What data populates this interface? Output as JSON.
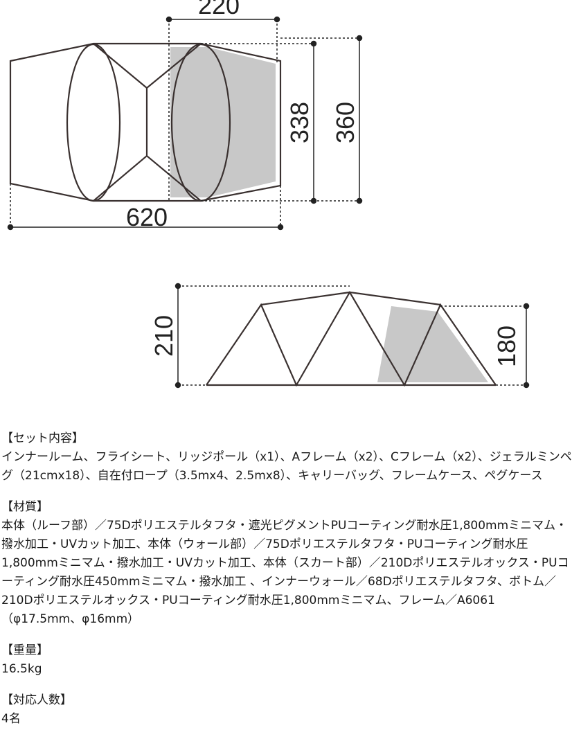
{
  "floor_plan": {
    "dimensions": {
      "width_top": "220",
      "inner_depth": "338",
      "outer_depth": "360",
      "length": "620"
    }
  },
  "side_view": {
    "dimensions": {
      "height_max": "210",
      "height_front": "180"
    }
  },
  "colors": {
    "line": "#3a3130",
    "shade": "#c8c8c8"
  },
  "specs": [
    {
      "heading": "【セット内容】",
      "body": "インナールーム、フライシート、リッジポール（x1）、Aフレーム（x2）、Cフレーム（x2）、ジェラルミンペグ（21cmx18）、自在付ロープ（3.5mx4、2.5mx8）、キャリーバッグ、フレームケース、ペグケース"
    },
    {
      "heading": "【材質】",
      "body": "本体（ルーフ部）／75Dポリエステルタフタ・遮光ピグメントPUコーティング耐水圧1,800mmミニマム・撥水加工・UVカット加工、本体（ウォール部）／75Dポリエステルタフタ・PUコーティング耐水圧1,800mmミニマム・撥水加工・UVカット加工、本体（スカート部）／210Dポリエステルオックス・PUコーティング耐水圧450mmミニマム・撥水加工 、インナーウォール／68Dポリエステルタフタ、ボトム／210Dポリエステルオックス・PUコーティング耐水圧1,800mmミニマム、フレーム／A6061（φ17.5mm、φ16mm）"
    },
    {
      "heading": "【重量】",
      "body": "16.5kg"
    },
    {
      "heading": "【対応人数】",
      "body": "4名"
    }
  ]
}
